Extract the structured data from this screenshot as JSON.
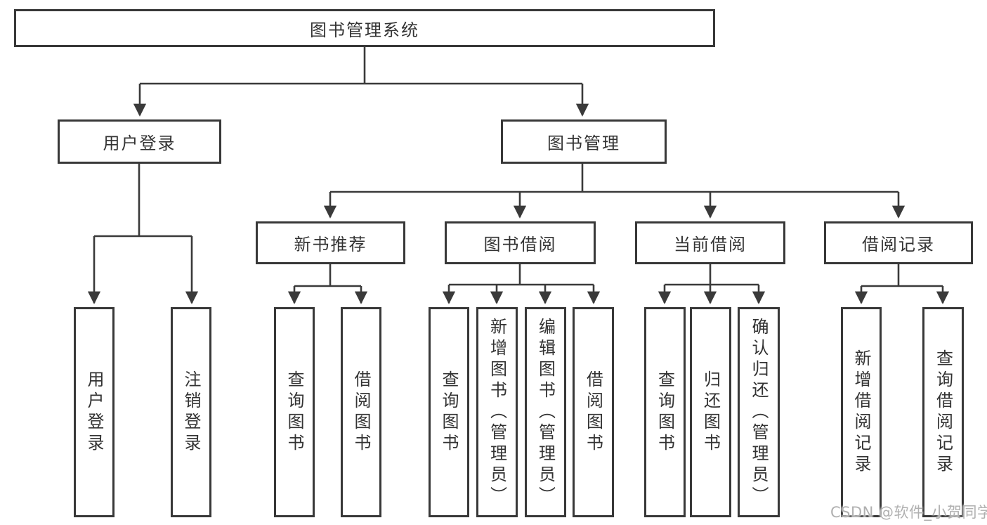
{
  "diagram": {
    "root": {
      "label": "图书管理系统",
      "children": [
        {
          "label": "用户登录",
          "children": [
            {
              "label": "用户登录"
            },
            {
              "label": "注销登录"
            }
          ]
        },
        {
          "label": "图书管理",
          "children": [
            {
              "label": "新书推荐",
              "children": [
                {
                  "label": "查询图书"
                },
                {
                  "label": "借阅图书"
                }
              ]
            },
            {
              "label": "图书借阅",
              "children": [
                {
                  "label": "查询图书"
                },
                {
                  "label": "新增图书（管理员）"
                },
                {
                  "label": "编辑图书（管理员）"
                },
                {
                  "label": "借阅图书"
                }
              ]
            },
            {
              "label": "当前借阅",
              "children": [
                {
                  "label": "查询图书"
                },
                {
                  "label": "归还图书"
                },
                {
                  "label": "确认归还（管理员）"
                }
              ]
            },
            {
              "label": "借阅记录",
              "children": [
                {
                  "label": "新增借阅记录"
                },
                {
                  "label": "查询借阅记录"
                }
              ]
            }
          ]
        }
      ]
    }
  },
  "watermark": {
    "text": "CSDN @软件_小贺同学"
  },
  "colors": {
    "line": "#3a3a3a",
    "box_border": "#383838",
    "text": "#333333",
    "background": "#ffffff",
    "watermark": "#b0b0b0"
  }
}
